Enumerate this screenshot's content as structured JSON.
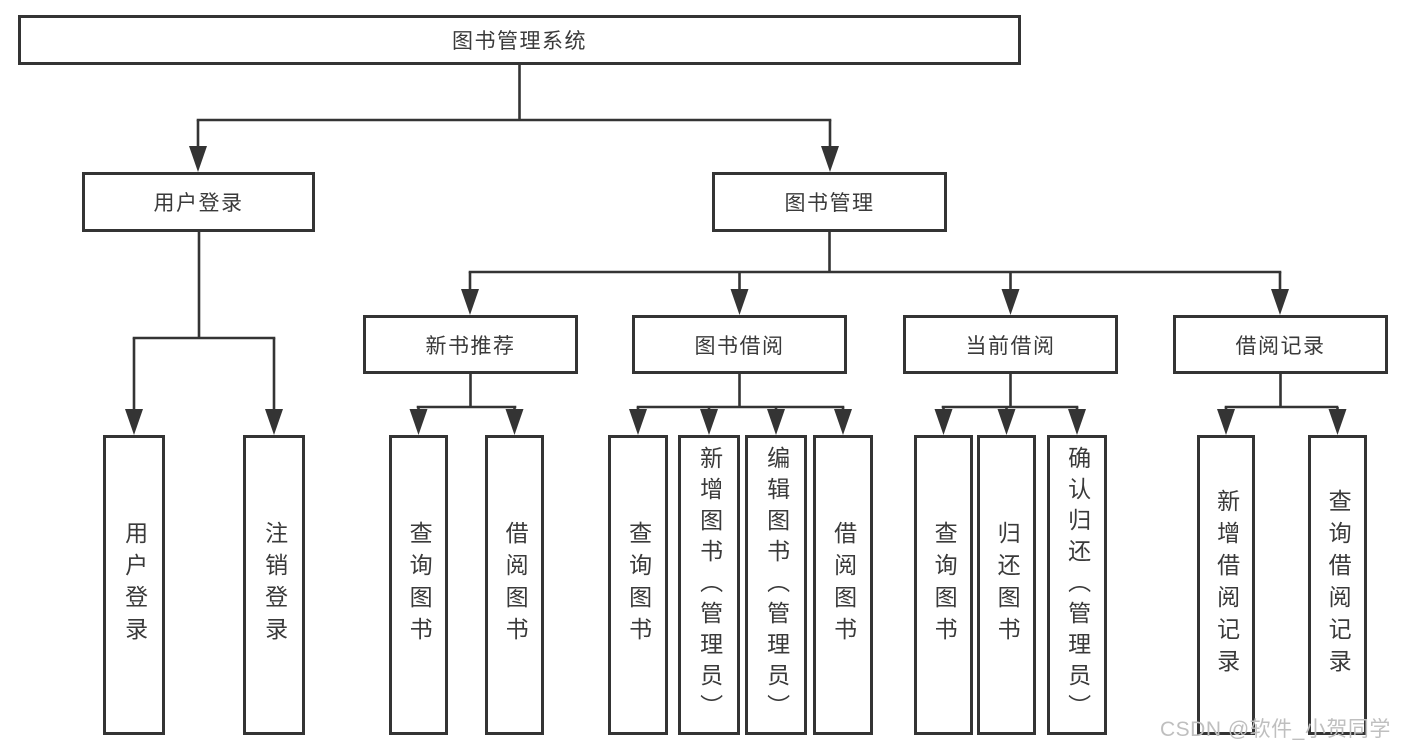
{
  "diagram": {
    "type": "tree",
    "title": "图书管理系统",
    "colors": {
      "line": "#343434",
      "text": "#3a3a3a",
      "background": "#ffffff",
      "watermark": "#bfbfbf"
    },
    "tree": {
      "label": "图书管理系统",
      "children": [
        {
          "label": "用户登录",
          "children": [
            {
              "label": "用户登录"
            },
            {
              "label": "注销登录"
            }
          ]
        },
        {
          "label": "图书管理",
          "children": [
            {
              "label": "新书推荐",
              "children": [
                {
                  "label": "查询图书"
                },
                {
                  "label": "借阅图书"
                }
              ]
            },
            {
              "label": "图书借阅",
              "children": [
                {
                  "label": "查询图书"
                },
                {
                  "label": "新增图书（管理员）"
                },
                {
                  "label": "编辑图书（管理员）"
                },
                {
                  "label": "借阅图书"
                }
              ]
            },
            {
              "label": "当前借阅",
              "children": [
                {
                  "label": "查询图书"
                },
                {
                  "label": "归还图书"
                },
                {
                  "label": "确认归还（管理员）"
                }
              ]
            },
            {
              "label": "借阅记录",
              "children": [
                {
                  "label": "新增借阅记录"
                },
                {
                  "label": "查询借阅记录"
                }
              ]
            }
          ]
        }
      ]
    }
  },
  "nodes": {
    "root": {
      "label": "图书管理系统"
    },
    "branch_login": {
      "label": "用户登录"
    },
    "branch_mgmt": {
      "label": "图书管理"
    },
    "cat_recommend": {
      "label": "新书推荐"
    },
    "cat_borrow": {
      "label": "图书借阅"
    },
    "cat_current": {
      "label": "当前借阅"
    },
    "cat_record": {
      "label": "借阅记录"
    },
    "leaf_user_login": {
      "label": "用户登录"
    },
    "leaf_logout": {
      "label": "注销登录"
    },
    "leaf_rec_query": {
      "label": "查询图书"
    },
    "leaf_rec_borrow": {
      "label": "借阅图书"
    },
    "leaf_bor_query": {
      "label": "查询图书"
    },
    "leaf_bor_add": {
      "label": "新增图书（管理员）"
    },
    "leaf_bor_edit": {
      "label": "编辑图书（管理员）"
    },
    "leaf_bor_borrow": {
      "label": "借阅图书"
    },
    "leaf_cur_query": {
      "label": "查询图书"
    },
    "leaf_cur_return": {
      "label": "归还图书"
    },
    "leaf_cur_confirm": {
      "label": "确认归还（管理员）"
    },
    "leaf_rcd_add": {
      "label": "新增借阅记录"
    },
    "leaf_rcd_query": {
      "label": "查询借阅记录"
    }
  },
  "watermark": {
    "text": "CSDN @软件_小贺同学"
  }
}
